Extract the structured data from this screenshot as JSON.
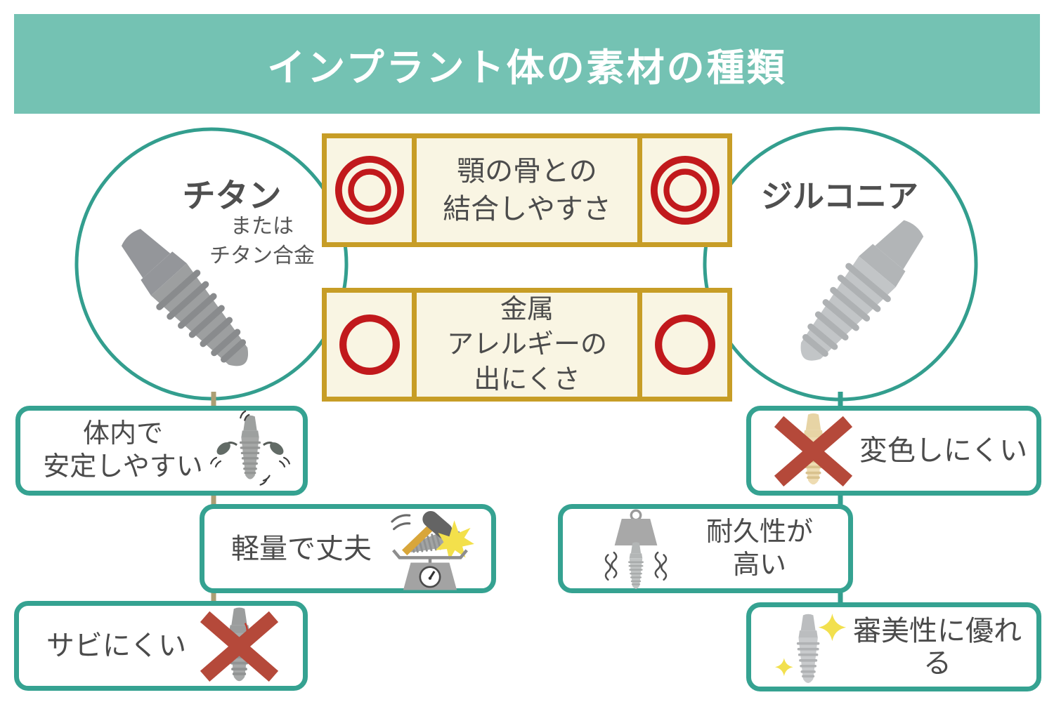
{
  "title": "インプラント体の素材の種類",
  "materials": {
    "titanium": {
      "name": "チタン",
      "subtitle": [
        "または",
        "チタン合金"
      ]
    },
    "zirconia": {
      "name": "ジルコニア"
    }
  },
  "comparison": {
    "rows": [
      {
        "label": [
          "顎の骨との",
          "結合しやすさ"
        ],
        "titanium_rating": "◎",
        "zirconia_rating": "◎",
        "rating_icon": "double-circle"
      },
      {
        "label": [
          "金属",
          "アレルギーの",
          "出にくさ"
        ],
        "titanium_rating": "○",
        "zirconia_rating": "○",
        "rating_icon": "single-circle"
      }
    ]
  },
  "titanium_features": [
    {
      "text": [
        "体内で",
        "安定しやすい"
      ],
      "icon": "stable-implant-icon"
    },
    {
      "text": [
        "軽量で丈夫"
      ],
      "icon": "scale-hammer-icon"
    },
    {
      "text": [
        "サビにくい"
      ],
      "icon": "rust-cross-icon"
    }
  ],
  "zirconia_features": [
    {
      "text": [
        "変色しにくい"
      ],
      "icon": "discolor-cross-icon"
    },
    {
      "text": [
        "耐久性が",
        "高い"
      ],
      "icon": "weight-press-icon"
    },
    {
      "text": [
        "審美性に優れる"
      ],
      "icon": "sparkle-implant-icon"
    }
  ],
  "colors": {
    "header_bg": "#74c2b3",
    "outline_teal": "#339e8e",
    "gold_border": "#c79d26",
    "panel_cream": "#f9f5e3",
    "rating_red": "#c1191c",
    "cross_red": "#b5493a",
    "connector_tan": "#ac9f74",
    "text_dark": "#4b4b4b"
  }
}
